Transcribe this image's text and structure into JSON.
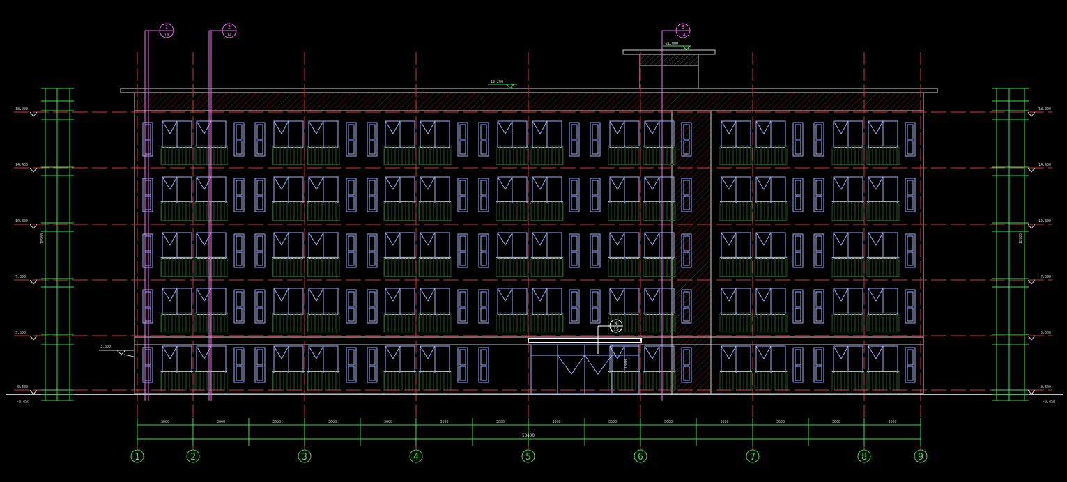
{
  "colors": {
    "background": "#000000",
    "outline": "#cfcfcf",
    "axis": "#e0303b",
    "dimension": "#27e84a",
    "glazing": "#9db0ff",
    "railing": "#1f5a22",
    "callout": "#ff66ff",
    "annotation": "#d0d0d0"
  },
  "grid_axes": [
    "1",
    "2",
    "3",
    "4",
    "5",
    "6",
    "7",
    "8",
    "9"
  ],
  "bay_dimensions": [
    "3000",
    "3600",
    "3600",
    "3600",
    "3600",
    "3600",
    "3600",
    "3600",
    "3600",
    "3600",
    "3600",
    "3600",
    "3600",
    "3000"
  ],
  "total_length": "50400",
  "level_marks_left": [
    "-0.300",
    "3.600",
    "7.200",
    "10.800",
    "14.400",
    "18.000"
  ],
  "level_marks_right": [
    "-0.300",
    "3.600",
    "7.200",
    "10.800",
    "14.400",
    "18.000"
  ],
  "right_total_height": "18900",
  "left_total_height": "18900",
  "roof_level": "19.200",
  "stair_roof_level": "21.000",
  "grade_level_left": "-0.450",
  "grade_level_right": "-0.450",
  "canopy_level": "3.300",
  "entrance_label": "3300",
  "section_callouts": [
    {
      "top": "1",
      "bottom": "14"
    },
    {
      "top": "2",
      "bottom": "14"
    },
    {
      "top": "3",
      "bottom": "14"
    }
  ],
  "detail_callout": {
    "top": "4",
    "bottom": "15"
  }
}
